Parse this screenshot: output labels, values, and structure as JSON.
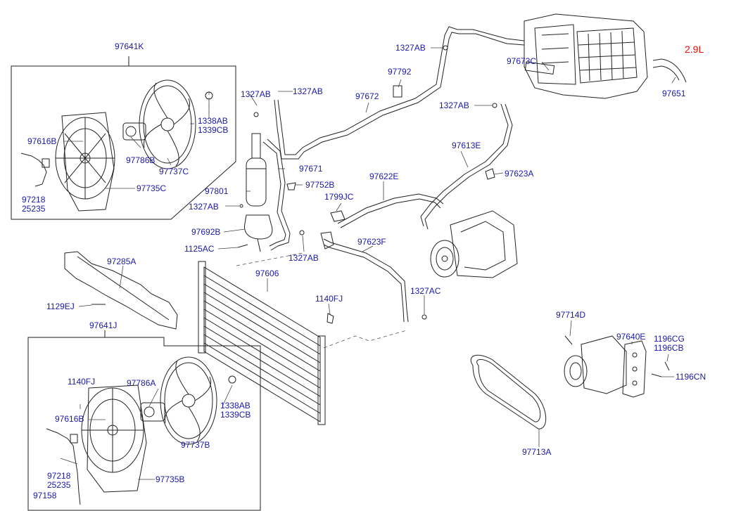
{
  "engine": "2.9L",
  "labels": {
    "p97641K": "97641K",
    "p1338AB_top": "1338AB",
    "p1339CB_top": "1339CB",
    "p97616B_top": "97616B",
    "p97786B": "97786B",
    "p97737C": "97737C",
    "p97735C": "97735C",
    "p97218_top": "97218",
    "p25235_top": "25235",
    "p1327AB_a": "1327AB",
    "p1327AB_b": "1327AB",
    "p97792": "97792",
    "p97672": "97672",
    "p1327AB_c": "1327AB",
    "p97673C": "97673C",
    "p97651": "97651",
    "p1327AB_d": "1327AB",
    "p97613E": "97613E",
    "p97623A": "97623A",
    "p97671": "97671",
    "p97801": "97801",
    "p97752B": "97752B",
    "p97622E": "97622E",
    "p1799JC": "1799JC",
    "p1327AB_e": "1327AB",
    "p97692B": "97692B",
    "p1125AC": "1125AC",
    "p1327AB_f": "1327AB",
    "p97623F": "97623F",
    "p97285A": "97285A",
    "p97606": "97606",
    "p1129EJ": "1129EJ",
    "p1140FJ_mid": "1140FJ",
    "p1327AC": "1327AC",
    "p97641J": "97641J",
    "p97714D": "97714D",
    "p97640E": "97640E",
    "p1196CG": "1196CG",
    "p1196CB": "1196CB",
    "p1196CN": "1196CN",
    "p1140FJ_low": "1140FJ",
    "p97786A": "97786A",
    "p1338AB_low": "1338AB",
    "p1339CB_low": "1339CB",
    "p97616B_low": "97616B",
    "p97737B": "97737B",
    "p97218_low": "97218",
    "p25235_low": "25235",
    "p97735B": "97735B",
    "p97158": "97158",
    "p97713A": "97713A"
  }
}
